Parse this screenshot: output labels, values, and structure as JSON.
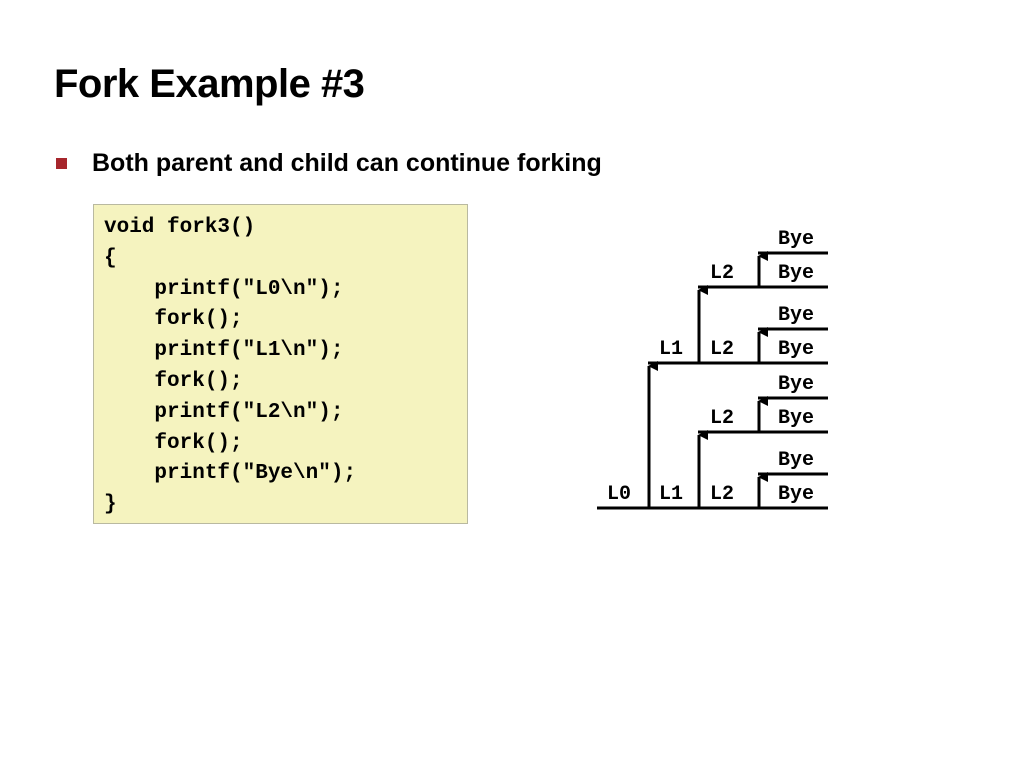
{
  "slide": {
    "title": "Fork Example #3",
    "bullet": "Both parent and child can continue forking",
    "accent_color": "#a6262c"
  },
  "code": {
    "background_color": "#f5f3bf",
    "lines": [
      "void fork3()",
      "{",
      "    printf(\"L0\\n\");",
      "    fork();",
      "    printf(\"L1\\n\");",
      "    fork();",
      "    printf(\"L2\\n\");",
      "    fork();",
      "    printf(\"Bye\\n\");",
      "}"
    ]
  },
  "process_graph": {
    "labels": {
      "l0": "L0",
      "l1": "L1",
      "l2": "L2",
      "bye": "Bye"
    }
  }
}
